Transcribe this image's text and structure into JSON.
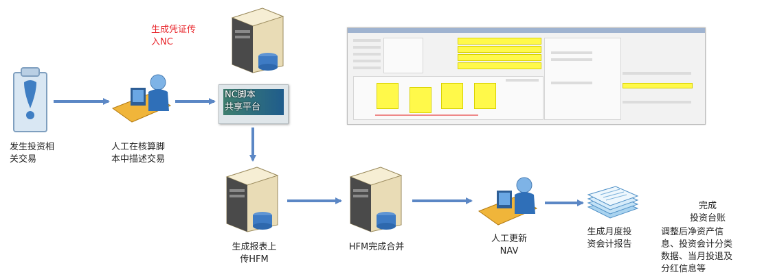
{
  "labels": {
    "trade": "发生投资相\n关交易",
    "manual_script": "人工在核算脚\n本中描述交易",
    "gen_voucher": "生成凭证传\n入NC",
    "platform": "NC脚本\n共享平台",
    "report_upload": "生成报表上\n传HFM",
    "hfm_merge": "HFM完成合并",
    "manual_nav": "人工更新\nNAV",
    "monthly_report": "生成月度投\n资会计报告",
    "ledger_title": "完成\n投资台账",
    "ledger_detail": "调整后净资产信\n息、投资会计分类\n数据、当月投退及\n分红信息等"
  },
  "colors": {
    "arrow": "#5b87c5",
    "accent_red": "#e8242a",
    "server_body": "#e9dcb6",
    "disk": "#3e7bc4"
  }
}
